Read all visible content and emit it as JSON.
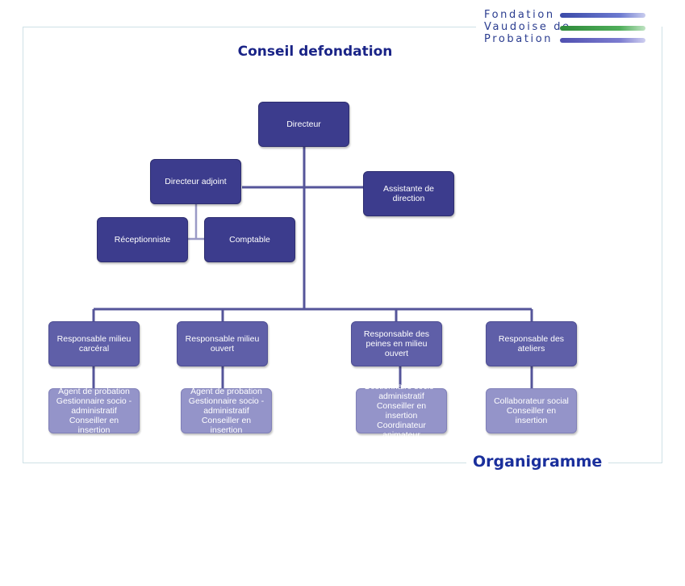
{
  "header": {
    "title": "Conseil defondation",
    "logo": {
      "line1": "Fondation",
      "line2": "Vaudoise de",
      "line3": "Probation",
      "colors": [
        "#3a4aa8",
        "#2e8a3a",
        "#6c6cc4"
      ]
    }
  },
  "footer": {
    "label": "Organigramme"
  },
  "colors": {
    "top_nodes": "#3c3c8d",
    "responsable_nodes": "#5f5fa8",
    "staff_nodes": "#9494c9",
    "connector": "#55559a",
    "frame": "#cfe1e6"
  },
  "nodes": {
    "directeur": "Directeur",
    "directeur_adjoint": "Directeur adjoint",
    "assistante": "Assistante de direction",
    "receptionniste": "Réceptionniste",
    "comptable": "Comptable",
    "resp_carceral": "Responsable milieu\ncarcéral",
    "resp_ouvert": "Responsable milieu\nouvert",
    "resp_peines": "Responsable des\npeines en milieu\nouvert",
    "resp_ateliers": "Responsable des\nateliers",
    "staff_carceral": "Agent de probation\nGestionnaire socio -\nadministratif\nConseiller en insertion",
    "staff_ouvert": "Agent de probation\nGestionnaire socio -\nadministratif\nConseiller en insertion",
    "staff_peines": "Gestionnaire socio -\nadministratif\nConseiller en  insertion\nCoordinateur\nanimateur",
    "staff_ateliers": "Collaborateur social\nConseiller en insertion"
  }
}
